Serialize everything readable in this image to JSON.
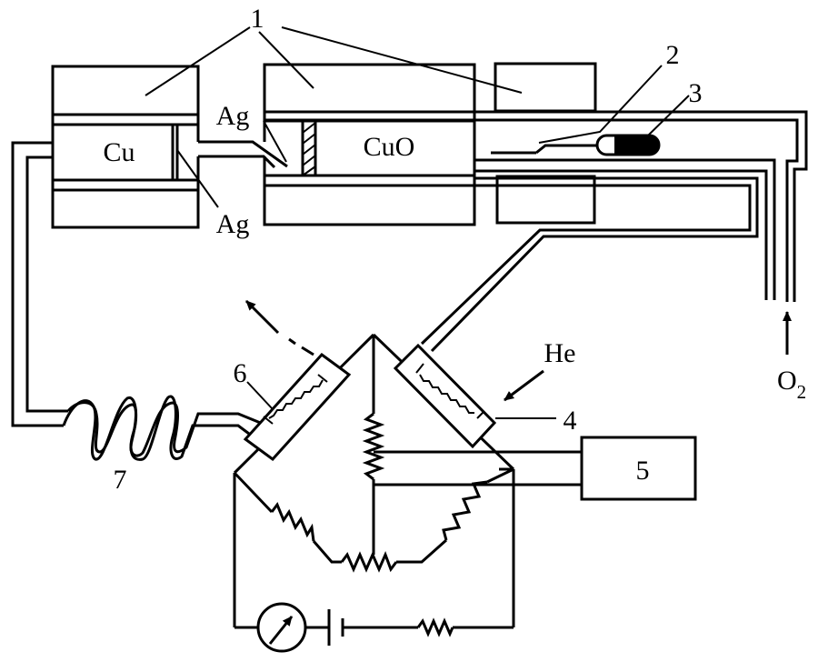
{
  "labels": {
    "num1": "1",
    "num2": "2",
    "num3": "3",
    "num4": "4",
    "num5": "5",
    "num6": "6",
    "num7": "7",
    "cu": "Cu",
    "cuo": "CuO",
    "ag_top": "Ag",
    "ag_bottom": "Ag",
    "he": "He",
    "o2_main": "O",
    "o2_sub": "2"
  }
}
